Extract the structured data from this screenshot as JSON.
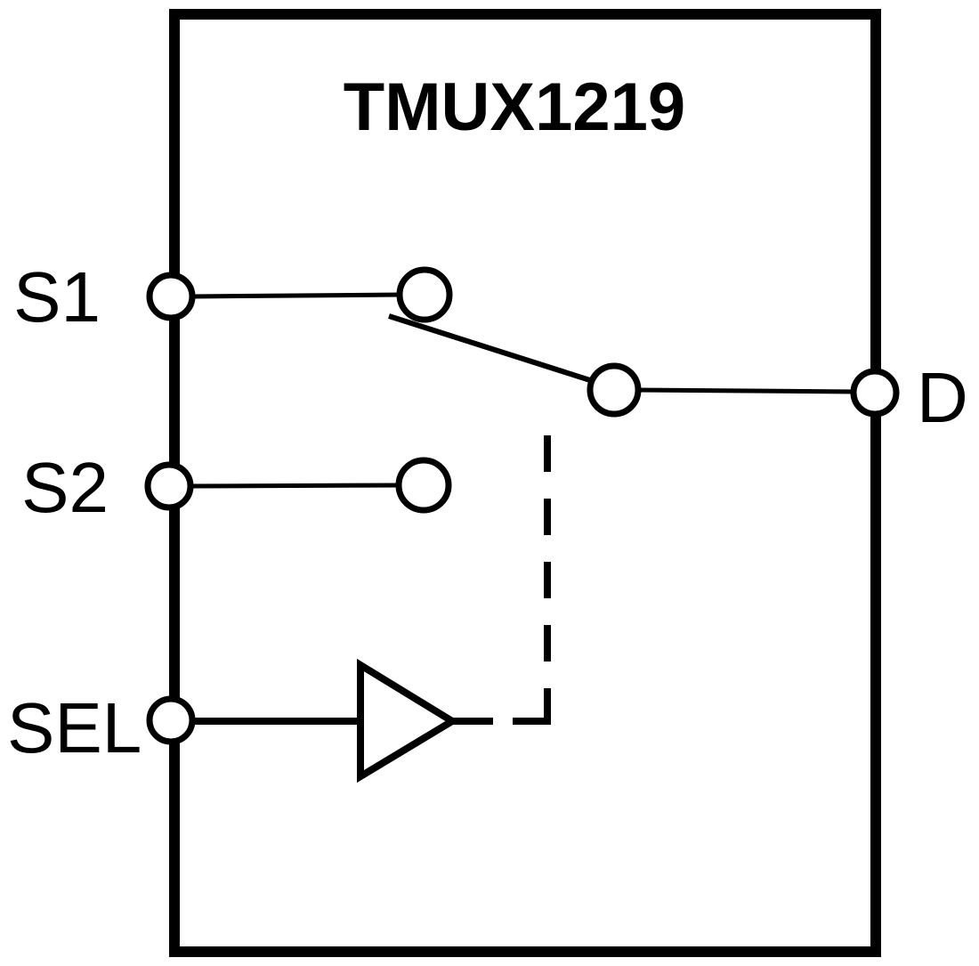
{
  "diagram": {
    "title": "TMUX1219",
    "pins": {
      "s1": {
        "label": "S1",
        "side": "left"
      },
      "s2": {
        "label": "S2",
        "side": "left"
      },
      "sel": {
        "label": "SEL",
        "side": "left"
      },
      "d": {
        "label": "D",
        "side": "right"
      }
    },
    "switch": {
      "state": "S1-to-D-closed",
      "control": "SEL-buffer-dashed-control"
    },
    "colors": {
      "line": "#000000",
      "background": "#ffffff"
    }
  }
}
